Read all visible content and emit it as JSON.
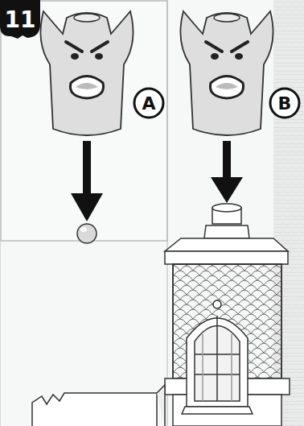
{
  "diagram": {
    "nodes": [
      {
        "text": [
          "11"
        ]
      },
      {
        "text": [
          "A"
        ]
      },
      {
        "text": [
          "B"
        ]
      }
    ]
  }
}
